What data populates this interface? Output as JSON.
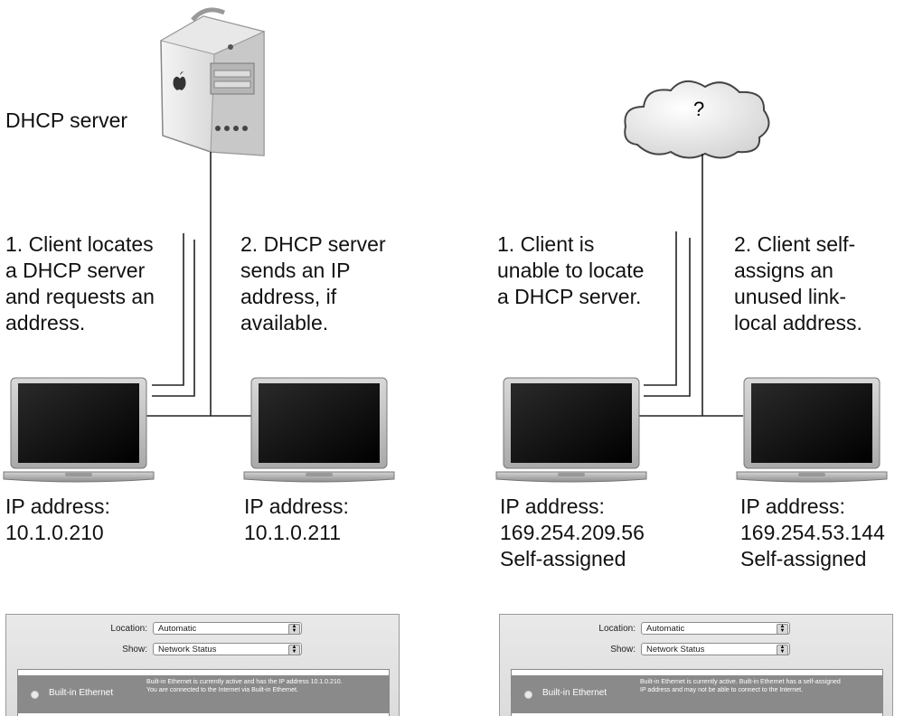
{
  "left": {
    "server_label": "DHCP server",
    "step1": "1. Client locates\na DHCP server\nand requests an\naddress.",
    "step2": "2. DHCP server\nsends an IP\naddress, if\navailable.",
    "client1_ip": "IP address:\n10.1.0.210",
    "client2_ip": "IP address:\n10.1.0.211",
    "panel": {
      "location_label": "Location:",
      "location_value": "Automatic",
      "show_label": "Show:",
      "show_value": "Network Status",
      "item_name": "Built-in Ethernet",
      "item_desc": "Built-in Ethernet is currently active and has the IP address 10.1.0.210. You are connected to the Internet via Built-in Ethernet."
    }
  },
  "right": {
    "cloud_label": "?",
    "step1": "1. Client is\nunable to locate\na DHCP server.",
    "step2": "2. Client self-\nassigns an\nunused link-\nlocal address.",
    "client1_ip": "IP address:\n169.254.209.56\nSelf-assigned",
    "client2_ip": "IP address:\n169.254.53.144\nSelf-assigned",
    "panel": {
      "location_label": "Location:",
      "location_value": "Automatic",
      "show_label": "Show:",
      "show_value": "Network Status",
      "item_name": "Built-in Ethernet",
      "item_desc": "Built-in Ethernet is currently active. Built-in Ethernet has a self-assigned IP address and may not be able to connect to the Internet."
    }
  }
}
